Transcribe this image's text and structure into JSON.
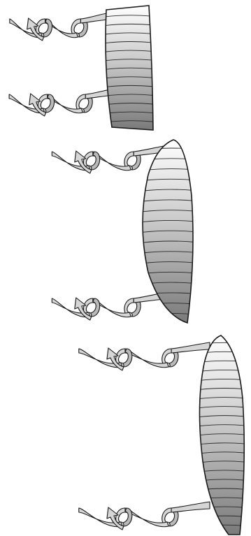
{
  "figure": {
    "panels": [
      {
        "id": "panel-1",
        "wing_shape": "low aspect ratio",
        "rib_count": 13
      },
      {
        "id": "panel-2",
        "wing_shape": "medium aspect ratio",
        "rib_count": 17
      },
      {
        "id": "panel-3",
        "wing_shape": "high aspect ratio",
        "rib_count": 21
      }
    ],
    "colors": {
      "wing_top": "#ffffff",
      "wing_bottom": "#7a7a7a",
      "vortex_ribbon": "#d6d6d6",
      "outline": "#1a1a1a"
    },
    "icons": [
      "wingtip-vortex-arrow-icon"
    ]
  }
}
